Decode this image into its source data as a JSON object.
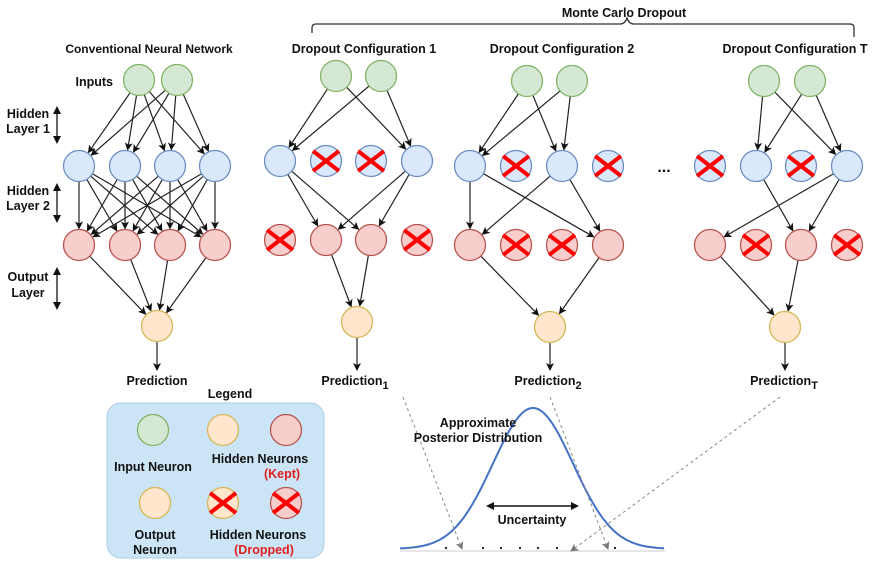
{
  "title": "Monte Carlo Dropout",
  "colors": {
    "input_fill": "#d5e8d4",
    "input_stroke": "#82b366",
    "hidden1_fill": "#dae8fc",
    "hidden1_stroke": "#6c8ebf",
    "hidden2_fill": "#f8cecc",
    "hidden2_stroke": "#b85450",
    "output_fill": "#ffe6cc",
    "output_stroke": "#d6b656",
    "drop_cross": "#ff0000",
    "curve": "#4472c4",
    "legend_bg": "#cce5f6",
    "legend_stroke": "#a9cbe6",
    "dropped_label": "#e02020",
    "edge": "#222222"
  },
  "conventional": {
    "title": "Conventional Neural Network",
    "inputs_label": "Inputs",
    "layer_labels": [
      {
        "line1": "Hidden",
        "line2": "Layer 1"
      },
      {
        "line1": "Hidden",
        "line2": "Layer 2"
      },
      {
        "line1": "Output",
        "line2": "Layer"
      }
    ],
    "prediction": "Prediction"
  },
  "configs": [
    {
      "title": "Dropout Configuration 1",
      "prediction": "Prediction",
      "subscript": "1",
      "h1_dropped": [
        false,
        true,
        true,
        false
      ],
      "h2_dropped": [
        true,
        false,
        false,
        true
      ],
      "in_to_h1": [
        [
          0,
          0
        ],
        [
          0,
          3
        ],
        [
          1,
          0
        ],
        [
          1,
          3
        ]
      ],
      "h1_to_h2": [
        [
          0,
          1
        ],
        [
          0,
          2
        ],
        [
          3,
          1
        ],
        [
          3,
          2
        ]
      ],
      "h2_to_out": [
        1,
        2
      ]
    },
    {
      "title": "Dropout Configuration 2",
      "prediction": "Prediction",
      "subscript": "2",
      "h1_dropped": [
        false,
        true,
        false,
        true
      ],
      "h2_dropped": [
        false,
        true,
        true,
        false
      ],
      "in_to_h1": [
        [
          0,
          0
        ],
        [
          0,
          2
        ],
        [
          1,
          0
        ],
        [
          1,
          2
        ]
      ],
      "h1_to_h2": [
        [
          0,
          0
        ],
        [
          0,
          3
        ],
        [
          2,
          0
        ],
        [
          2,
          3
        ]
      ],
      "h2_to_out": [
        0,
        3
      ]
    },
    {
      "title": "Dropout Configuration T",
      "prediction": "Prediction",
      "subscript": "T",
      "h1_dropped": [
        true,
        false,
        true,
        false
      ],
      "h2_dropped": [
        false,
        true,
        false,
        true
      ],
      "in_to_h1": [
        [
          0,
          1
        ],
        [
          0,
          3
        ],
        [
          1,
          1
        ],
        [
          1,
          3
        ]
      ],
      "h1_to_h2": [
        [
          1,
          2
        ],
        [
          3,
          0
        ],
        [
          3,
          2
        ]
      ],
      "h2_to_out": [
        0,
        2
      ]
    }
  ],
  "ellipsis": "...",
  "posterior": {
    "label_line1": "Approximate",
    "label_line2": "Posterior Distribution",
    "uncertainty": "Uncertainty"
  },
  "legend": {
    "title": "Legend",
    "items": [
      {
        "label1": "Input Neuron",
        "label2": ""
      },
      {
        "label1": "Hidden Neurons",
        "label2": "(Kept)"
      },
      {
        "label1": "Output",
        "label2": "Neuron"
      },
      {
        "label1": "Hidden Neurons",
        "label2": "(Dropped)"
      }
    ]
  }
}
